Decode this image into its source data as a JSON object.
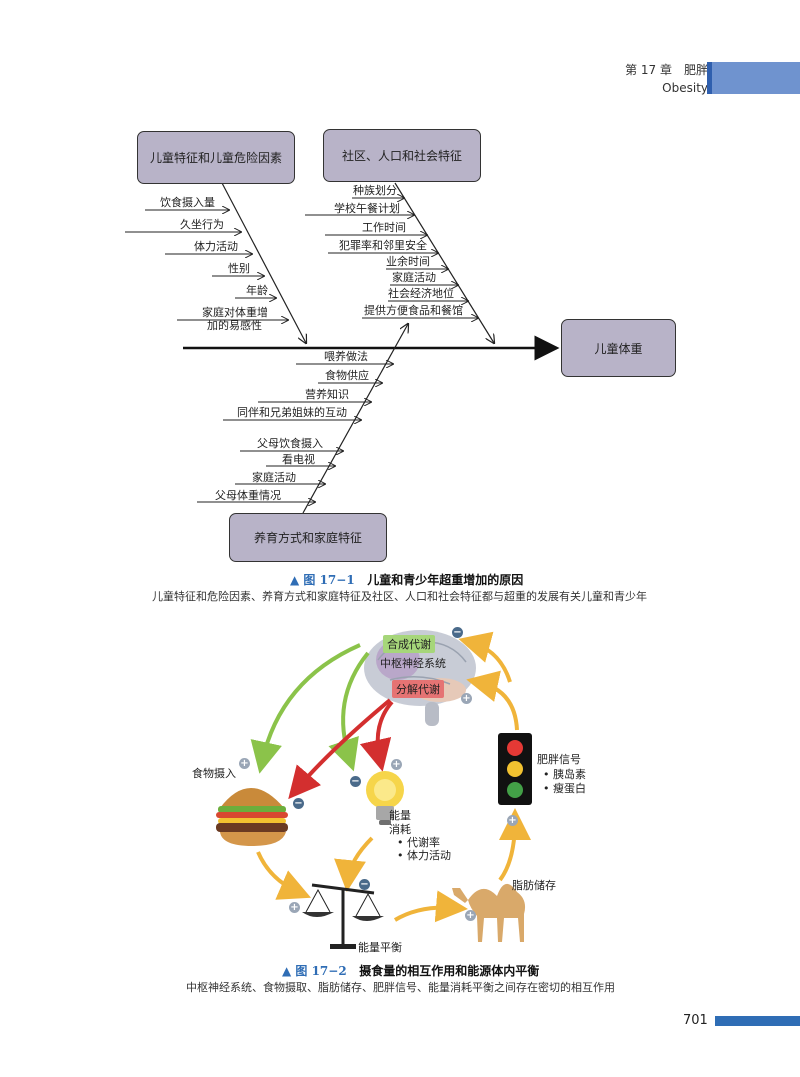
{
  "header": {
    "chapter": "第 17 章　肥胖",
    "chapter_en": "Obesity"
  },
  "fig1": {
    "box_child": "儿童特征和儿童危险因素",
    "box_community": "社区、人口和社会特征",
    "box_parent": "养育方式和家庭特征",
    "box_outcome": "儿童体重",
    "child_factors": [
      "饮食摄入量",
      "久坐行为",
      "体力活动",
      "性别",
      "年龄",
      "家庭对体重增",
      "加的易感性"
    ],
    "community_factors": [
      "种族划分",
      "学校午餐计划",
      "工作时间",
      "犯罪率和邻里安全",
      "业余时间",
      "家庭活动",
      "社会经济地位",
      "提供方便食品和餐馆"
    ],
    "parent_factors": [
      "喂养做法",
      "食物供应",
      "营养知识",
      "同伴和兄弟姐妹的互动",
      "父母饮食摄入",
      "看电视",
      "家庭活动",
      "父母体重情况"
    ],
    "caption_fig": "▲ 图 17−1",
    "caption_title": "儿童和青少年超重增加的原因",
    "caption_desc": "儿童特征和危险因素、养育方式和家庭特征及社区、人口和社会特征都与超重的发展有关儿童和青少年"
  },
  "fig2": {
    "anabolic": "合成代谢",
    "cns": "中枢神经系统",
    "catabolic": "分解代谢",
    "food_intake": "食物摄入",
    "energy_exp": "能量",
    "energy_exp2": "消耗",
    "exp_items": [
      "• 代谢率",
      "• 体力活动"
    ],
    "obesity_signal": "肥胖信号",
    "signal_items": [
      "• 胰岛素",
      "• 瘦蛋白"
    ],
    "fat_storage": "脂肪储存",
    "energy_balance": "能量平衡",
    "plus": "+",
    "minus": "−",
    "caption_fig": "▲ 图 17−2",
    "caption_title": "摄食量的相互作用和能源体内平衡",
    "caption_desc": "中枢神经系统、食物摄取、脂肪储存、肥胖信号、能量消耗平衡之间存在密切的相互作用"
  },
  "page_number": "701",
  "colors": {
    "box": "#b8b3c8",
    "accent": "#2f6db5",
    "green": "#8bc34a",
    "red": "#d32f2f",
    "orange": "#f0b43a"
  }
}
